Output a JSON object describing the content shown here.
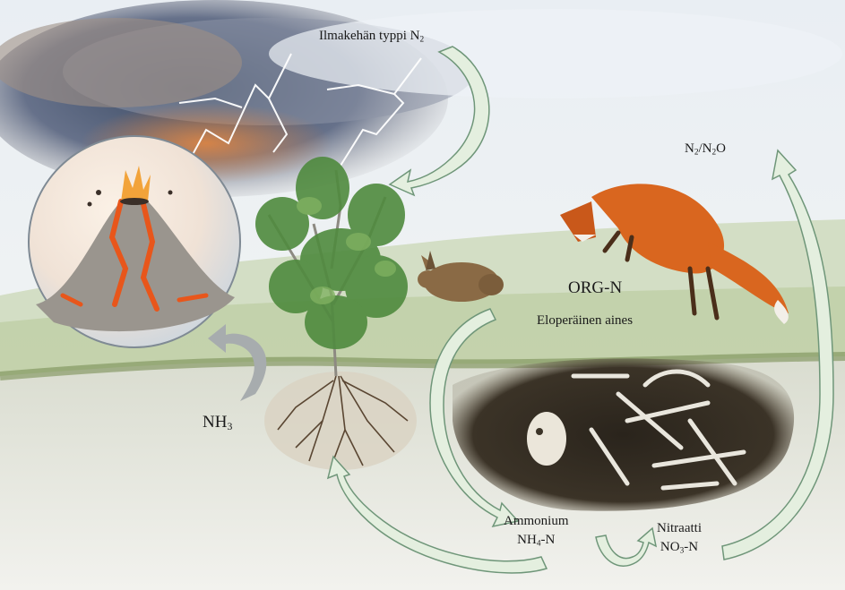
{
  "labels": {
    "atmospheric_nitrogen": {
      "main": "Ilmakehän typpi N",
      "sub": "2"
    },
    "n2_n2o": {
      "a": "N",
      "a_sub": "2",
      "slash": "/N",
      "b_sub": "2",
      "tail": "O"
    },
    "org_n": "ORG-N",
    "organic_matter": "Eloperäinen aines",
    "nh3": {
      "main": "NH",
      "sub": "3"
    },
    "ammonium": {
      "name": "Ammonium",
      "formula": "NH",
      "sub": "4",
      "tail": "-N"
    },
    "nitrate": {
      "name": "Nitraatti",
      "formula": "NO",
      "sub": "3",
      "tail": "-N"
    }
  },
  "colors": {
    "arrow_fill": "#e4efdf",
    "arrow_stroke": "#6f9679",
    "gray_arrow": "#a7acae",
    "lava": "#e8561b",
    "fox": "#d9661f",
    "hare": "#8a6a45",
    "soil": "#3a3226"
  },
  "icons": [
    "volcano-icon",
    "lightning-icon",
    "tree-icon",
    "fox-icon",
    "hare-icon",
    "bones-icon",
    "roots-icon"
  ]
}
